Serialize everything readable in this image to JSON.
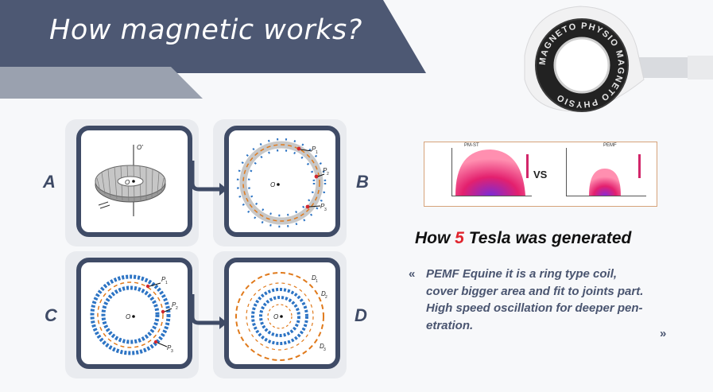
{
  "header": {
    "title": "How magnetic works?"
  },
  "panels": {
    "a": "A",
    "b": "B",
    "c": "C",
    "d": "D"
  },
  "diagram_labels": {
    "o_prime": "O'",
    "o": "O",
    "p1": "P",
    "p2": "P",
    "p3": "P",
    "sub1": "1",
    "sub2": "2",
    "sub3": "3",
    "d1": "D",
    "d2": "D",
    "d3": "D"
  },
  "product": {
    "ring_text": "MAGNETO PHYSIO MAGNETO PHYSIO"
  },
  "comparison": {
    "left_title": "PM-ST",
    "right_title": "PEMF",
    "vs": "VS"
  },
  "headline": {
    "prefix": "How ",
    "number": "5",
    "suffix": " Tesla was generated"
  },
  "description": {
    "open_quote": "«",
    "close_quote": "»",
    "lines": [
      "PEMF Equine it is a ring type coil,",
      "cover bigger area and fit to joints part.",
      "High speed oscillation for deeper pen-",
      "etration."
    ]
  },
  "colors": {
    "navy": "#3f4b66",
    "banner": "#4d5873",
    "accent_red": "#e0242d"
  }
}
